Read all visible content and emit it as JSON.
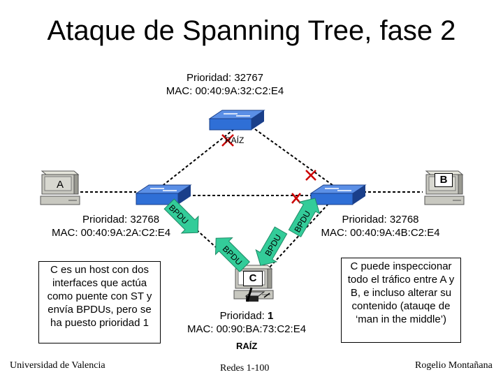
{
  "title": "Ataque de Spanning Tree, fase 2",
  "top_switch": {
    "priority": "Prioridad: 32767",
    "mac": "MAC: 00:40:9A:32:C2:E4",
    "raiz_label": "RAÍZ"
  },
  "left_switch": {
    "priority": "Prioridad: 32768",
    "mac": "MAC: 00:40:9A:2A:C2:E4"
  },
  "right_switch": {
    "priority": "Prioridad: 32768",
    "mac": "MAC: 00:40:9A:4B:C2:E4"
  },
  "host_a": {
    "label": "A"
  },
  "host_b": {
    "label": "B"
  },
  "host_c": {
    "label": "C",
    "priority_prefix": "Prioridad: ",
    "priority_value": "1",
    "mac": "MAC: 00:90:BA:73:C2:E4",
    "raiz_label": "RAÍZ"
  },
  "bpdu_label": "BPDU",
  "note_left": "C es un host con dos interfaces que actúa como puente con ST y envía BPDUs,  pero se ha  puesto prioridad 1",
  "note_right": "C puede inspeccionar todo el tráfico entre A y B, e incluso alterar su contenido (atauqe de ‘man in the middle’)",
  "footer": {
    "left": "Universidad de Valencia",
    "center": "Redes 1-100",
    "right": "Rogelio Montañana"
  },
  "colors": {
    "switch_blue": "#2f6fd6",
    "switch_dark": "#1a3f8a",
    "x_mark": "#cc0000",
    "bpdu_green": "#33cc99",
    "pc_gray": "#c8c8c0"
  }
}
